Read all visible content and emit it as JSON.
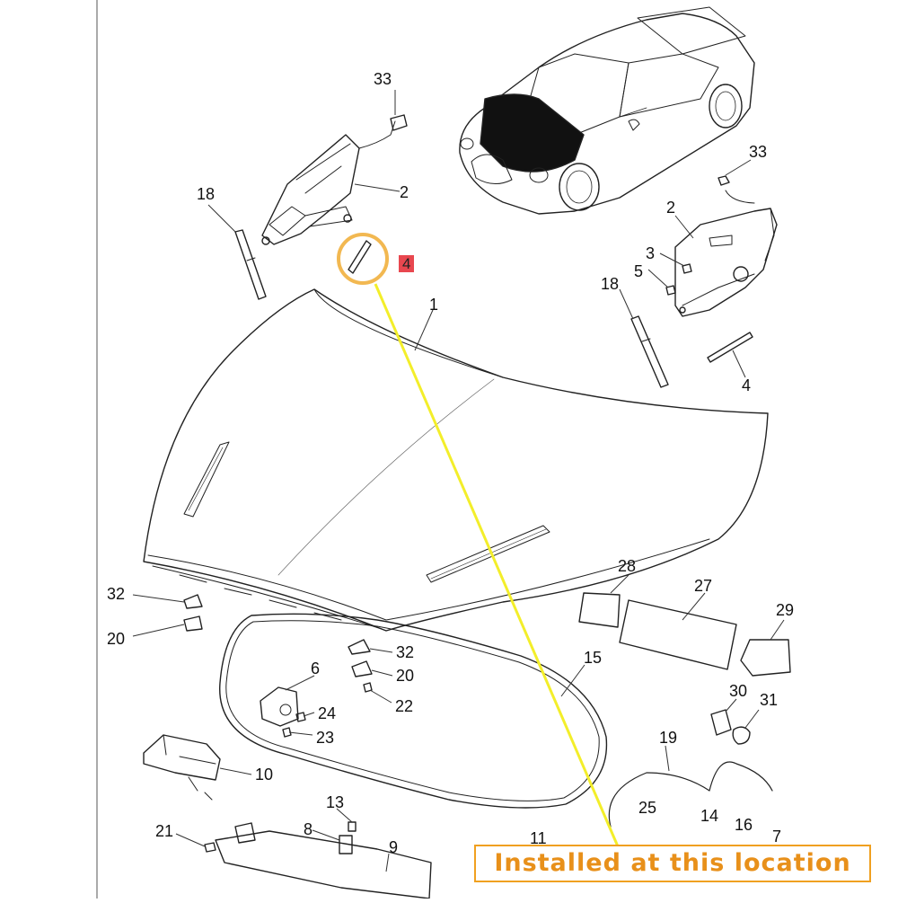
{
  "callouts": [
    {
      "id": "c33a",
      "label": "33"
    },
    {
      "id": "c2a",
      "label": "2"
    },
    {
      "id": "c18a",
      "label": "18"
    },
    {
      "id": "c4a",
      "label": "4"
    },
    {
      "id": "c1",
      "label": "1"
    },
    {
      "id": "c33b",
      "label": "33"
    },
    {
      "id": "c2b",
      "label": "2"
    },
    {
      "id": "c3",
      "label": "3"
    },
    {
      "id": "c5",
      "label": "5"
    },
    {
      "id": "c18b",
      "label": "18"
    },
    {
      "id": "c4b",
      "label": "4"
    },
    {
      "id": "c28",
      "label": "28"
    },
    {
      "id": "c27",
      "label": "27"
    },
    {
      "id": "c29",
      "label": "29"
    },
    {
      "id": "c32a",
      "label": "32"
    },
    {
      "id": "c20a",
      "label": "20"
    },
    {
      "id": "c6",
      "label": "6"
    },
    {
      "id": "c32b",
      "label": "32"
    },
    {
      "id": "c20b",
      "label": "20"
    },
    {
      "id": "c22",
      "label": "22"
    },
    {
      "id": "c24",
      "label": "24"
    },
    {
      "id": "c23",
      "label": "23"
    },
    {
      "id": "c15",
      "label": "15"
    },
    {
      "id": "c30",
      "label": "30"
    },
    {
      "id": "c31",
      "label": "31"
    },
    {
      "id": "c19",
      "label": "19"
    },
    {
      "id": "c10",
      "label": "10"
    },
    {
      "id": "c13",
      "label": "13"
    },
    {
      "id": "c21",
      "label": "21"
    },
    {
      "id": "c8",
      "label": "8"
    },
    {
      "id": "c9",
      "label": "9"
    },
    {
      "id": "c25",
      "label": "25"
    },
    {
      "id": "c14",
      "label": "14"
    },
    {
      "id": "c16",
      "label": "16"
    },
    {
      "id": "c11",
      "label": "11"
    },
    {
      "id": "c7",
      "label": "7"
    }
  ],
  "note": {
    "text": "Installed at this location"
  },
  "colors": {
    "highlight_circle": "#f2b851",
    "pointer_line": "#f3ee2a",
    "highlight_label": "#e8474f",
    "note_text": "#e8901a"
  }
}
